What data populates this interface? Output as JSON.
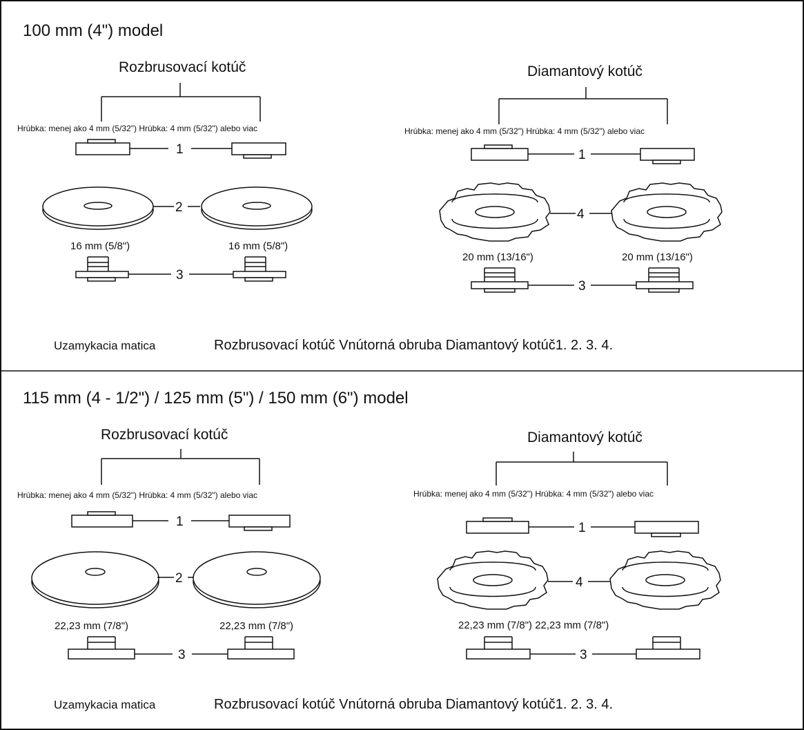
{
  "sections": [
    {
      "title": "100 mm (4\") model",
      "left": {
        "group_label": "Rozbrusovací kotúč",
        "thickness_caption": "Hrúbka: menej ako 4 mm (5/32\") Hrúbka: 4 mm (5/32\") alebo viac",
        "callout_1": "1",
        "callout_2": "2",
        "callout_3": "3",
        "dim_left": "16 mm (5/8\")",
        "dim_right": "16 mm (5/8\")"
      },
      "right": {
        "group_label": "Diamantový kotúč",
        "thickness_caption": "Hrúbka: menej ako 4 mm (5/32\") Hrúbka: 4 mm (5/32\") alebo viac",
        "callout_1": "1",
        "callout_4": "4",
        "callout_3": "3",
        "dim_left": "20 mm (13/16\")",
        "dim_right": "20 mm (13/16\")"
      },
      "legend_left": "Uzamykacia matica",
      "legend_right": "Rozbrusovací kotúč Vnútorná obruba Diamantový kotúč1. 2. 3. 4."
    },
    {
      "title": "115 mm (4 - 1/2\") / 125 mm (5\") / 150 mm (6\") model",
      "left": {
        "group_label": "Rozbrusovací kotúč",
        "thickness_caption": "Hrúbka: menej ako 4 mm (5/32\") Hrúbka: 4 mm (5/32\") alebo viac",
        "callout_1": "1",
        "callout_2": "2",
        "callout_3": "3",
        "dim_left": "22,23 mm (7/8\")",
        "dim_right": "22,23 mm (7/8\")"
      },
      "right": {
        "group_label": "Diamantový kotúč",
        "thickness_caption": "Hrúbka: menej ako 4 mm (5/32\") Hrúbka: 4 mm (5/32\") alebo viac",
        "callout_1": "1",
        "callout_4": "4",
        "callout_3": "3",
        "dim_both": "22,23 mm (7/8\") 22,23 mm (7/8\")"
      },
      "legend_left": "Uzamykacia matica",
      "legend_right": "Rozbrusovací kotúč Vnútorná obruba Diamantový kotúč1. 2. 3. 4."
    }
  ]
}
